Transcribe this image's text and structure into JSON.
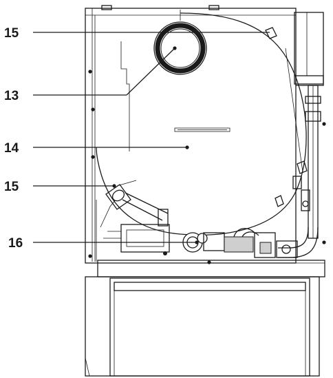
{
  "callouts": [
    {
      "id": "callout-15-top",
      "label": "15"
    },
    {
      "id": "callout-13",
      "label": "13"
    },
    {
      "id": "callout-14",
      "label": "14"
    },
    {
      "id": "callout-15-lower",
      "label": "15"
    },
    {
      "id": "callout-16",
      "label": "16"
    }
  ],
  "colors": {
    "line": "#1a1a1a",
    "background": "#ffffff",
    "fill_light": "#cfcfcf"
  },
  "icons": [
    "flue-outlet-ring",
    "heat-exchanger-drum",
    "pump-assembly",
    "fixing-screw"
  ]
}
